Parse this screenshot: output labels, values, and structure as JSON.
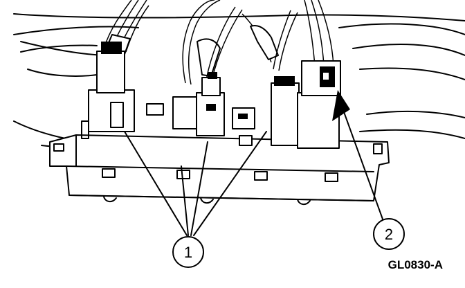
{
  "callouts": [
    {
      "label": "1"
    },
    {
      "label": "2"
    }
  ],
  "figure_code": "GL0830-A"
}
